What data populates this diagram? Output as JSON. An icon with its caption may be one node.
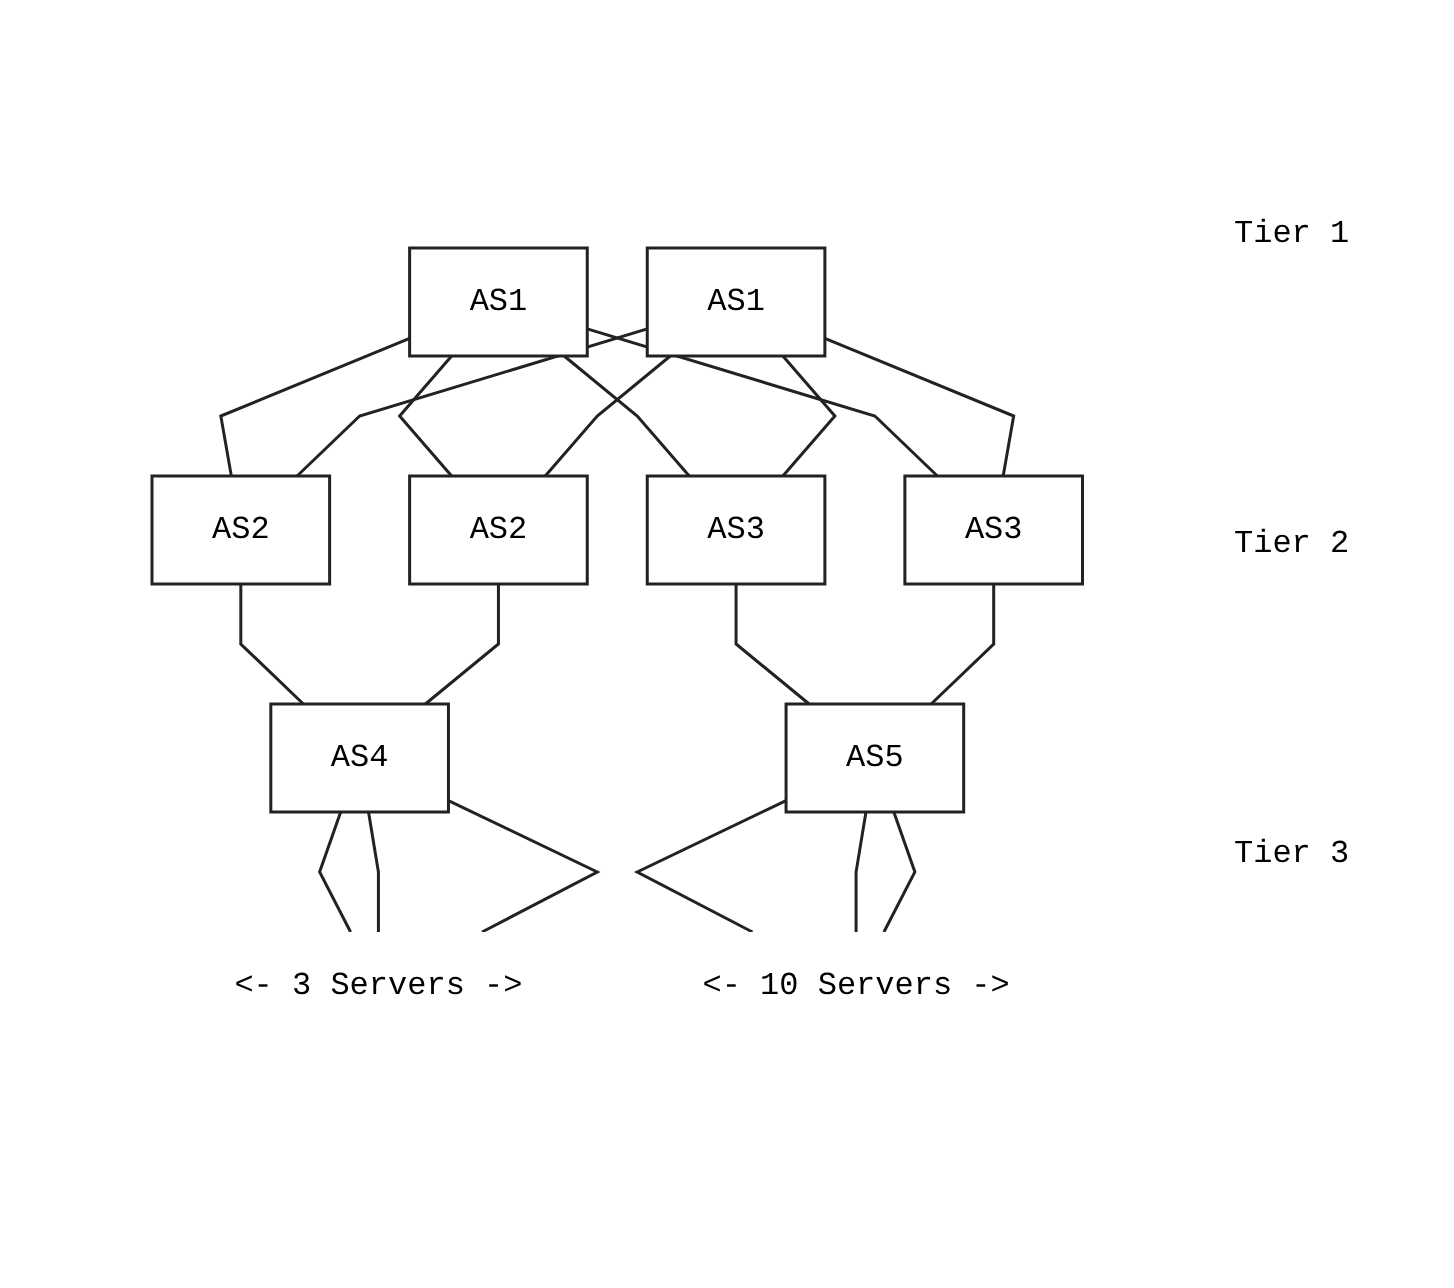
{
  "diagram": {
    "nodes": [
      {
        "text": [
          "AS1"
        ]
      },
      {
        "text": [
          "AS1"
        ]
      },
      {
        "text": [
          "AS2"
        ]
      },
      {
        "text": [
          "AS2"
        ]
      },
      {
        "text": [
          "AS3"
        ]
      },
      {
        "text": [
          "AS3"
        ]
      },
      {
        "text": [
          "AS4"
        ]
      },
      {
        "text": [
          "AS5"
        ]
      },
      {
        "text": [
          "<- 3 Servers ->"
        ]
      },
      {
        "text": [
          "<- 10 Servers ->"
        ]
      }
    ],
    "edges": [
      {
        "from": 0,
        "to": 2,
        "arrow": "none"
      },
      {
        "from": 0,
        "to": 3,
        "arrow": "none"
      },
      {
        "from": 0,
        "to": 4,
        "arrow": "none"
      },
      {
        "from": 0,
        "to": 5,
        "arrow": "none"
      },
      {
        "from": 1,
        "to": 2,
        "arrow": "none"
      },
      {
        "from": 1,
        "to": 3,
        "arrow": "none"
      },
      {
        "from": 1,
        "to": 4,
        "arrow": "none"
      },
      {
        "from": 1,
        "to": 5,
        "arrow": "none"
      },
      {
        "from": 2,
        "to": 6,
        "arrow": "none"
      },
      {
        "from": 3,
        "to": 6,
        "arrow": "none"
      },
      {
        "from": 4,
        "to": 7,
        "arrow": "none"
      },
      {
        "from": 5,
        "to": 7,
        "arrow": "none"
      },
      {
        "from": 6,
        "to": 8,
        "arrow": "none"
      },
      {
        "from": 6,
        "to": 8,
        "arrow": "none"
      },
      {
        "from": 6,
        "to": 8,
        "arrow": "none"
      },
      {
        "from": 7,
        "to": 9,
        "arrow": "none"
      },
      {
        "from": 7,
        "to": 9,
        "arrow": "none"
      },
      {
        "from": 7,
        "to": 9,
        "arrow": "none"
      }
    ],
    "labels": [
      "Tier 1",
      "Tier 2",
      "Tier 3"
    ]
  }
}
